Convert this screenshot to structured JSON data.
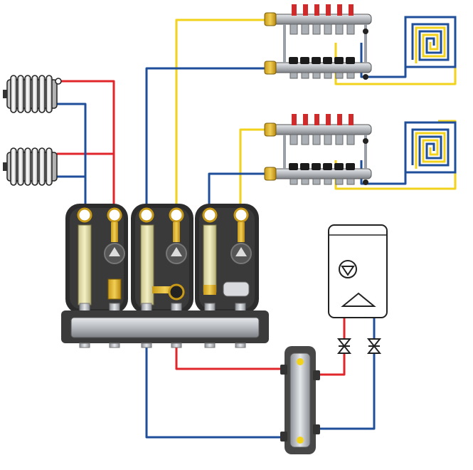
{
  "diagram": {
    "kind": "heating-system-schematic",
    "components": {
      "radiators": [
        "radiator-upper",
        "radiator-lower"
      ],
      "floor_heating_circuits": [
        "underfloor-loop-upper",
        "underfloor-loop-lower"
      ],
      "manifolds": [
        "manifold-upper",
        "manifold-lower"
      ],
      "pump_groups": [
        "pump-group-direct",
        "pump-group-mixing",
        "pump-group-thermostatic"
      ],
      "distribution_header": "distribution-header",
      "hydraulic_separator": "hydraulic-separator",
      "boiler": "wall-hung-boiler",
      "valves": [
        "boiler-valve-left",
        "boiler-valve-right"
      ]
    },
    "colors": {
      "hot_supply": "#e0262a",
      "return": "#1f4e9a",
      "floor_supply": "#f2d21b",
      "floor_loop": "#1f4e9a",
      "housing": "#2e2e2e",
      "steel": "#b8bcc2"
    }
  }
}
